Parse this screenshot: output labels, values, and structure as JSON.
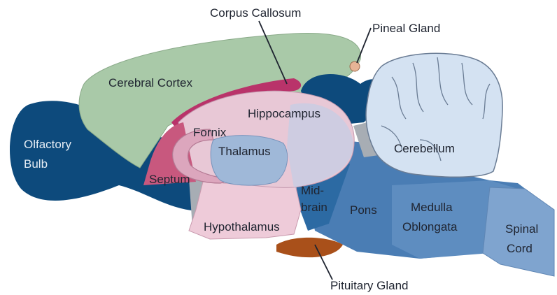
{
  "diagram": {
    "labels": {
      "corpus_callosum": "Corpus Callosum",
      "pineal_gland": "Pineal Gland",
      "cerebral_cortex": "Cerebral Cortex",
      "hippocampus": "Hippocampus",
      "fornix": "Fornix",
      "thalamus": "Thalamus",
      "olfactory_bulb_1": "Olfactory",
      "olfactory_bulb_2": "Bulb",
      "septum": "Septum",
      "cerebellum": "Cerebellum",
      "midbrain_1": "Mid-",
      "midbrain_2": "brain",
      "pons": "Pons",
      "medulla_1": "Medulla",
      "medulla_2": "Oblongata",
      "spinal_cord_1": "Spinal",
      "spinal_cord_2": "Cord",
      "hypothalamus": "Hypothalamus",
      "pituitary_gland": "Pituitary Gland"
    },
    "colors": {
      "cortex": "#a9c9a8",
      "dark_blue": "#0d4a7c",
      "brainstem_blue": "#4a7db4",
      "cerebellum": "#d4e2f2",
      "hippocampus": "#e8c8d6",
      "corpus_callosum": "#b9336a",
      "septum": "#c8587e",
      "thalamus": "#9fb8d8",
      "hypothalamus": "#eecbd9",
      "pituitary": "#a9501a",
      "pineal": "#e6b496",
      "grey": "#a7adb4"
    }
  }
}
